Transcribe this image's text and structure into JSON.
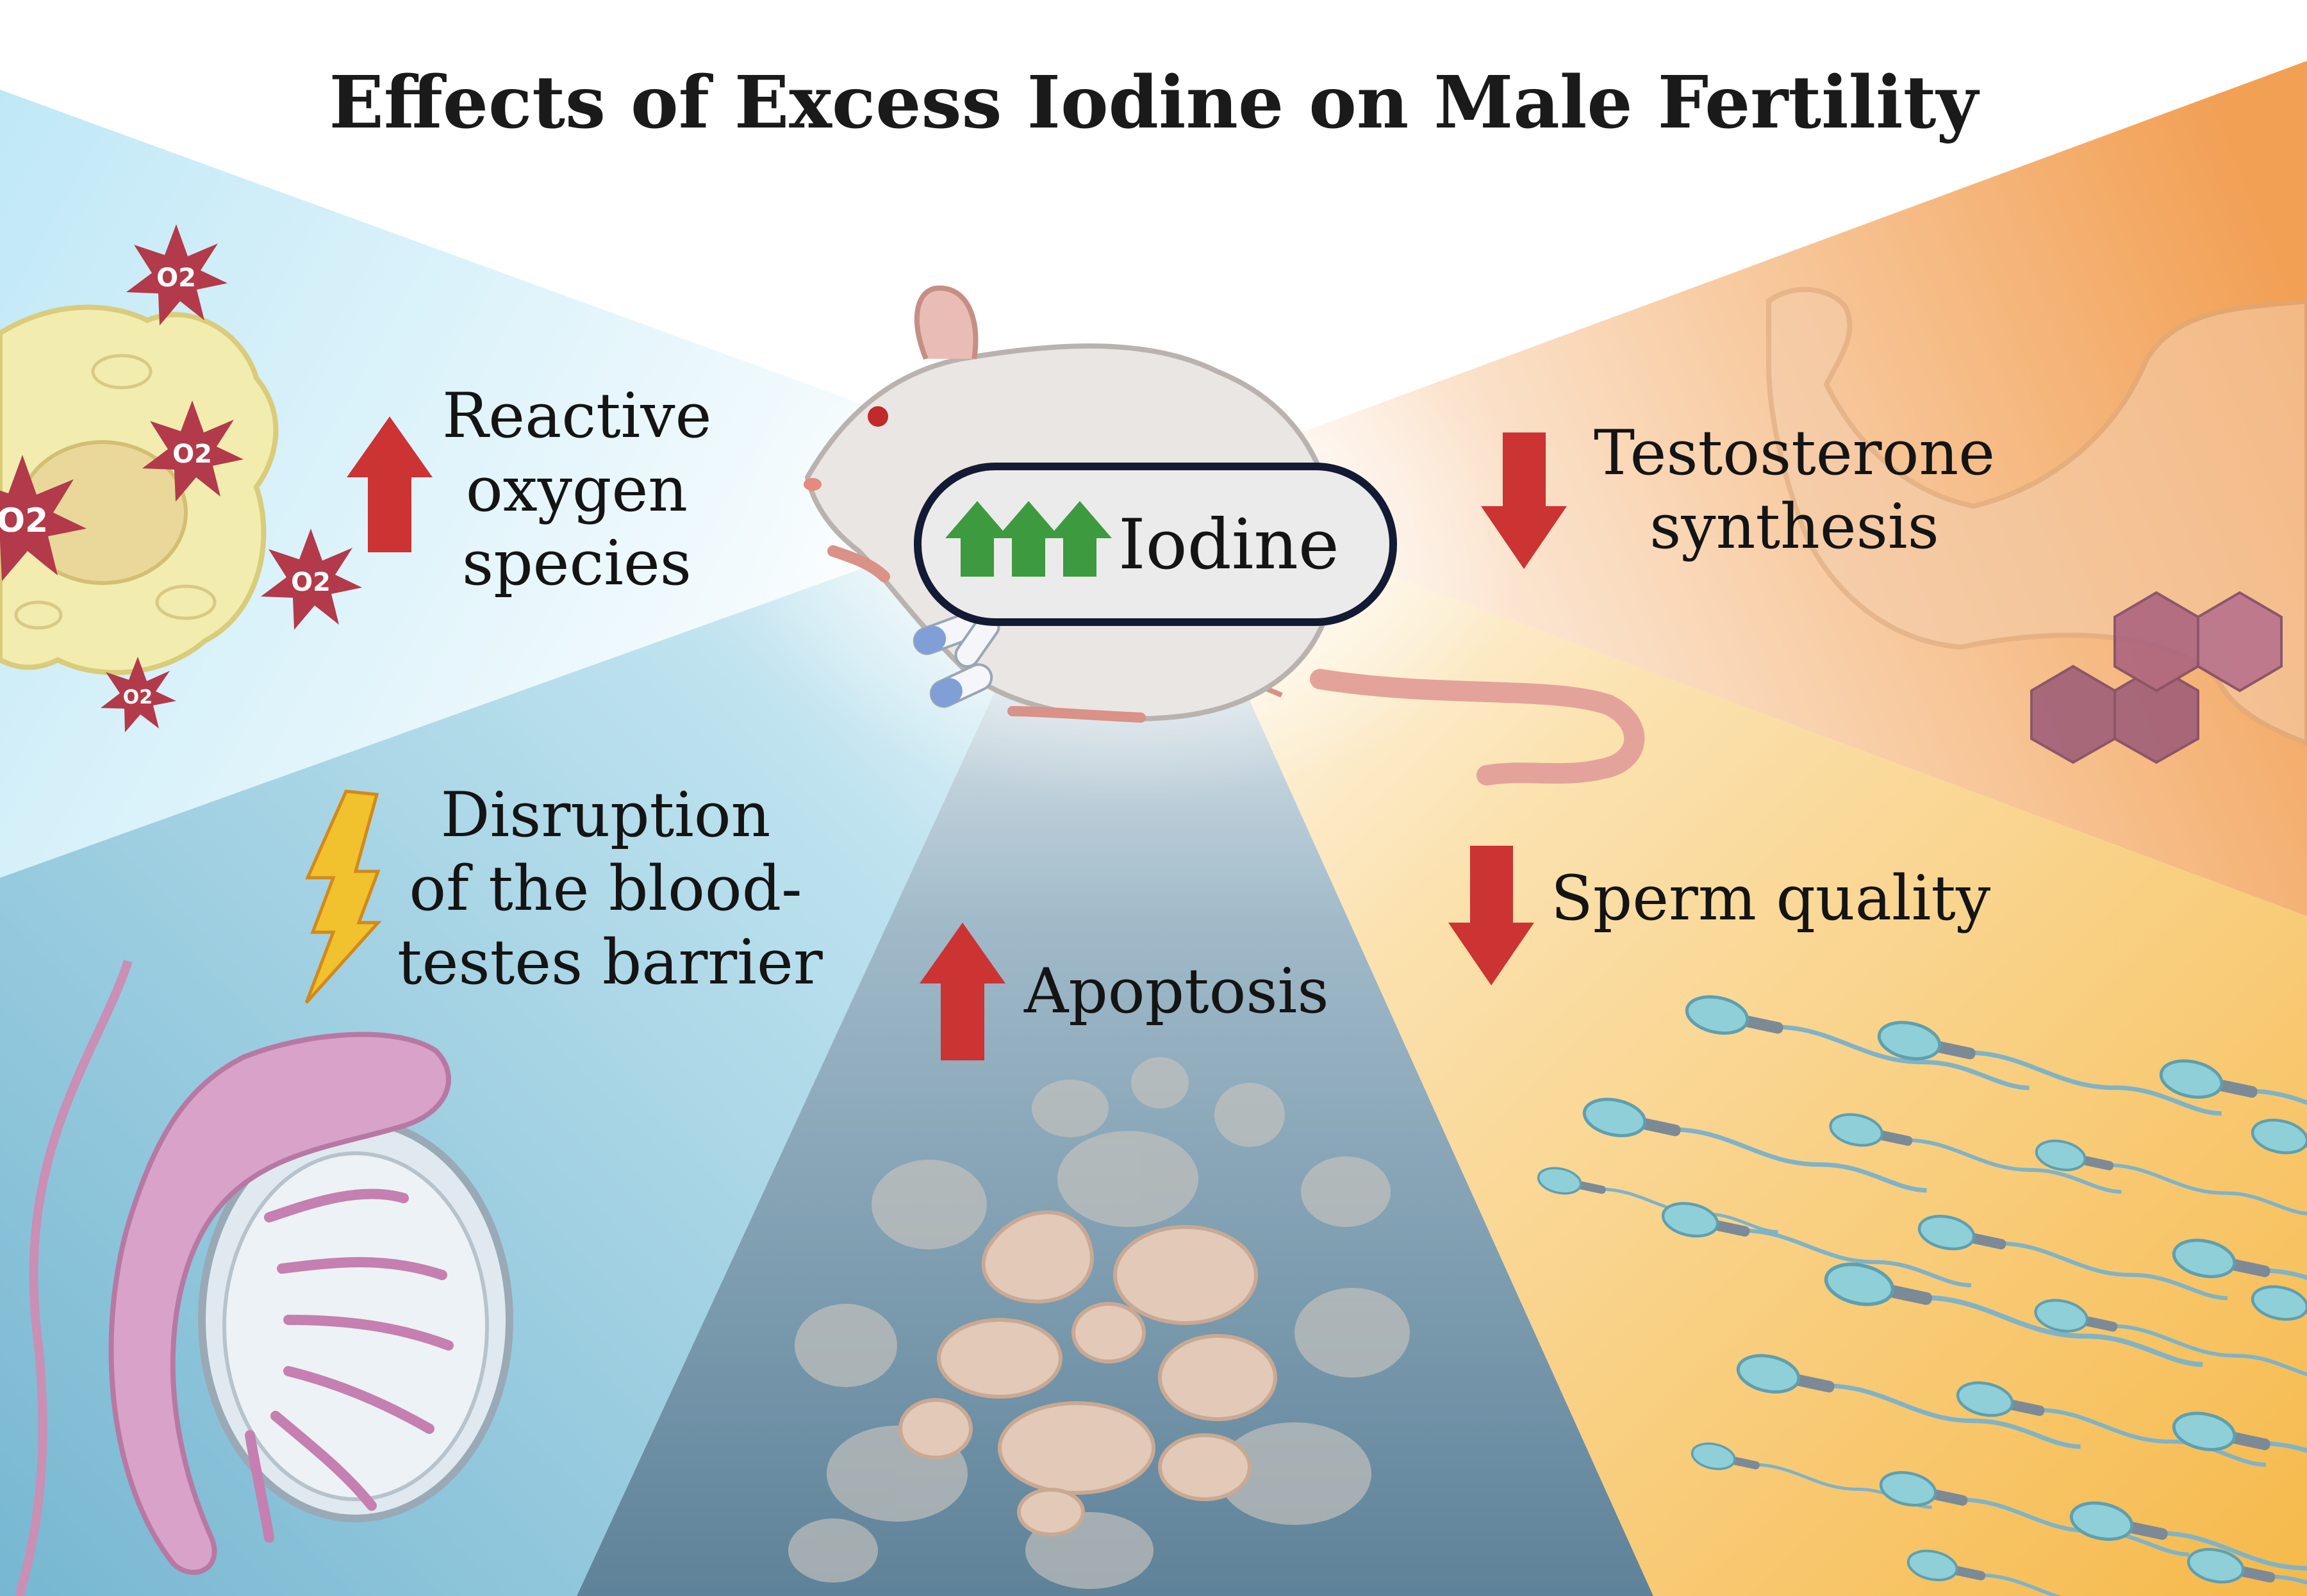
{
  "title": "Effects of Excess Iodine on Male Fertility",
  "center": {
    "label": "Iodine",
    "change": "increase"
  },
  "effects": {
    "ros": {
      "lines": [
        "Reactive",
        "oxygen",
        "species"
      ],
      "change": "increase"
    },
    "btb": {
      "lines": [
        "Disruption",
        "of the blood-",
        "testes barrier"
      ],
      "change": "disruption"
    },
    "apoptosis": {
      "label": "Apoptosis",
      "change": "increase"
    },
    "testosterone": {
      "lines": [
        "Testosterone",
        "synthesis"
      ],
      "change": "decrease"
    },
    "sperm": {
      "label": "Sperm quality",
      "change": "decrease"
    }
  },
  "radical_label": "O2",
  "colors": {
    "increase_arrow": "#cc3333",
    "decrease_arrow": "#cc3333",
    "iodine_arrow": "#3e9a3e",
    "lightning": "#f2c12e",
    "ros_panel": "#cdeef8",
    "btb_panel": "#8ec8dc",
    "apoptosis_panel": "#6d8ea3",
    "testosterone_panel": "#f4a45c",
    "sperm_panel": "#f8c66a"
  }
}
